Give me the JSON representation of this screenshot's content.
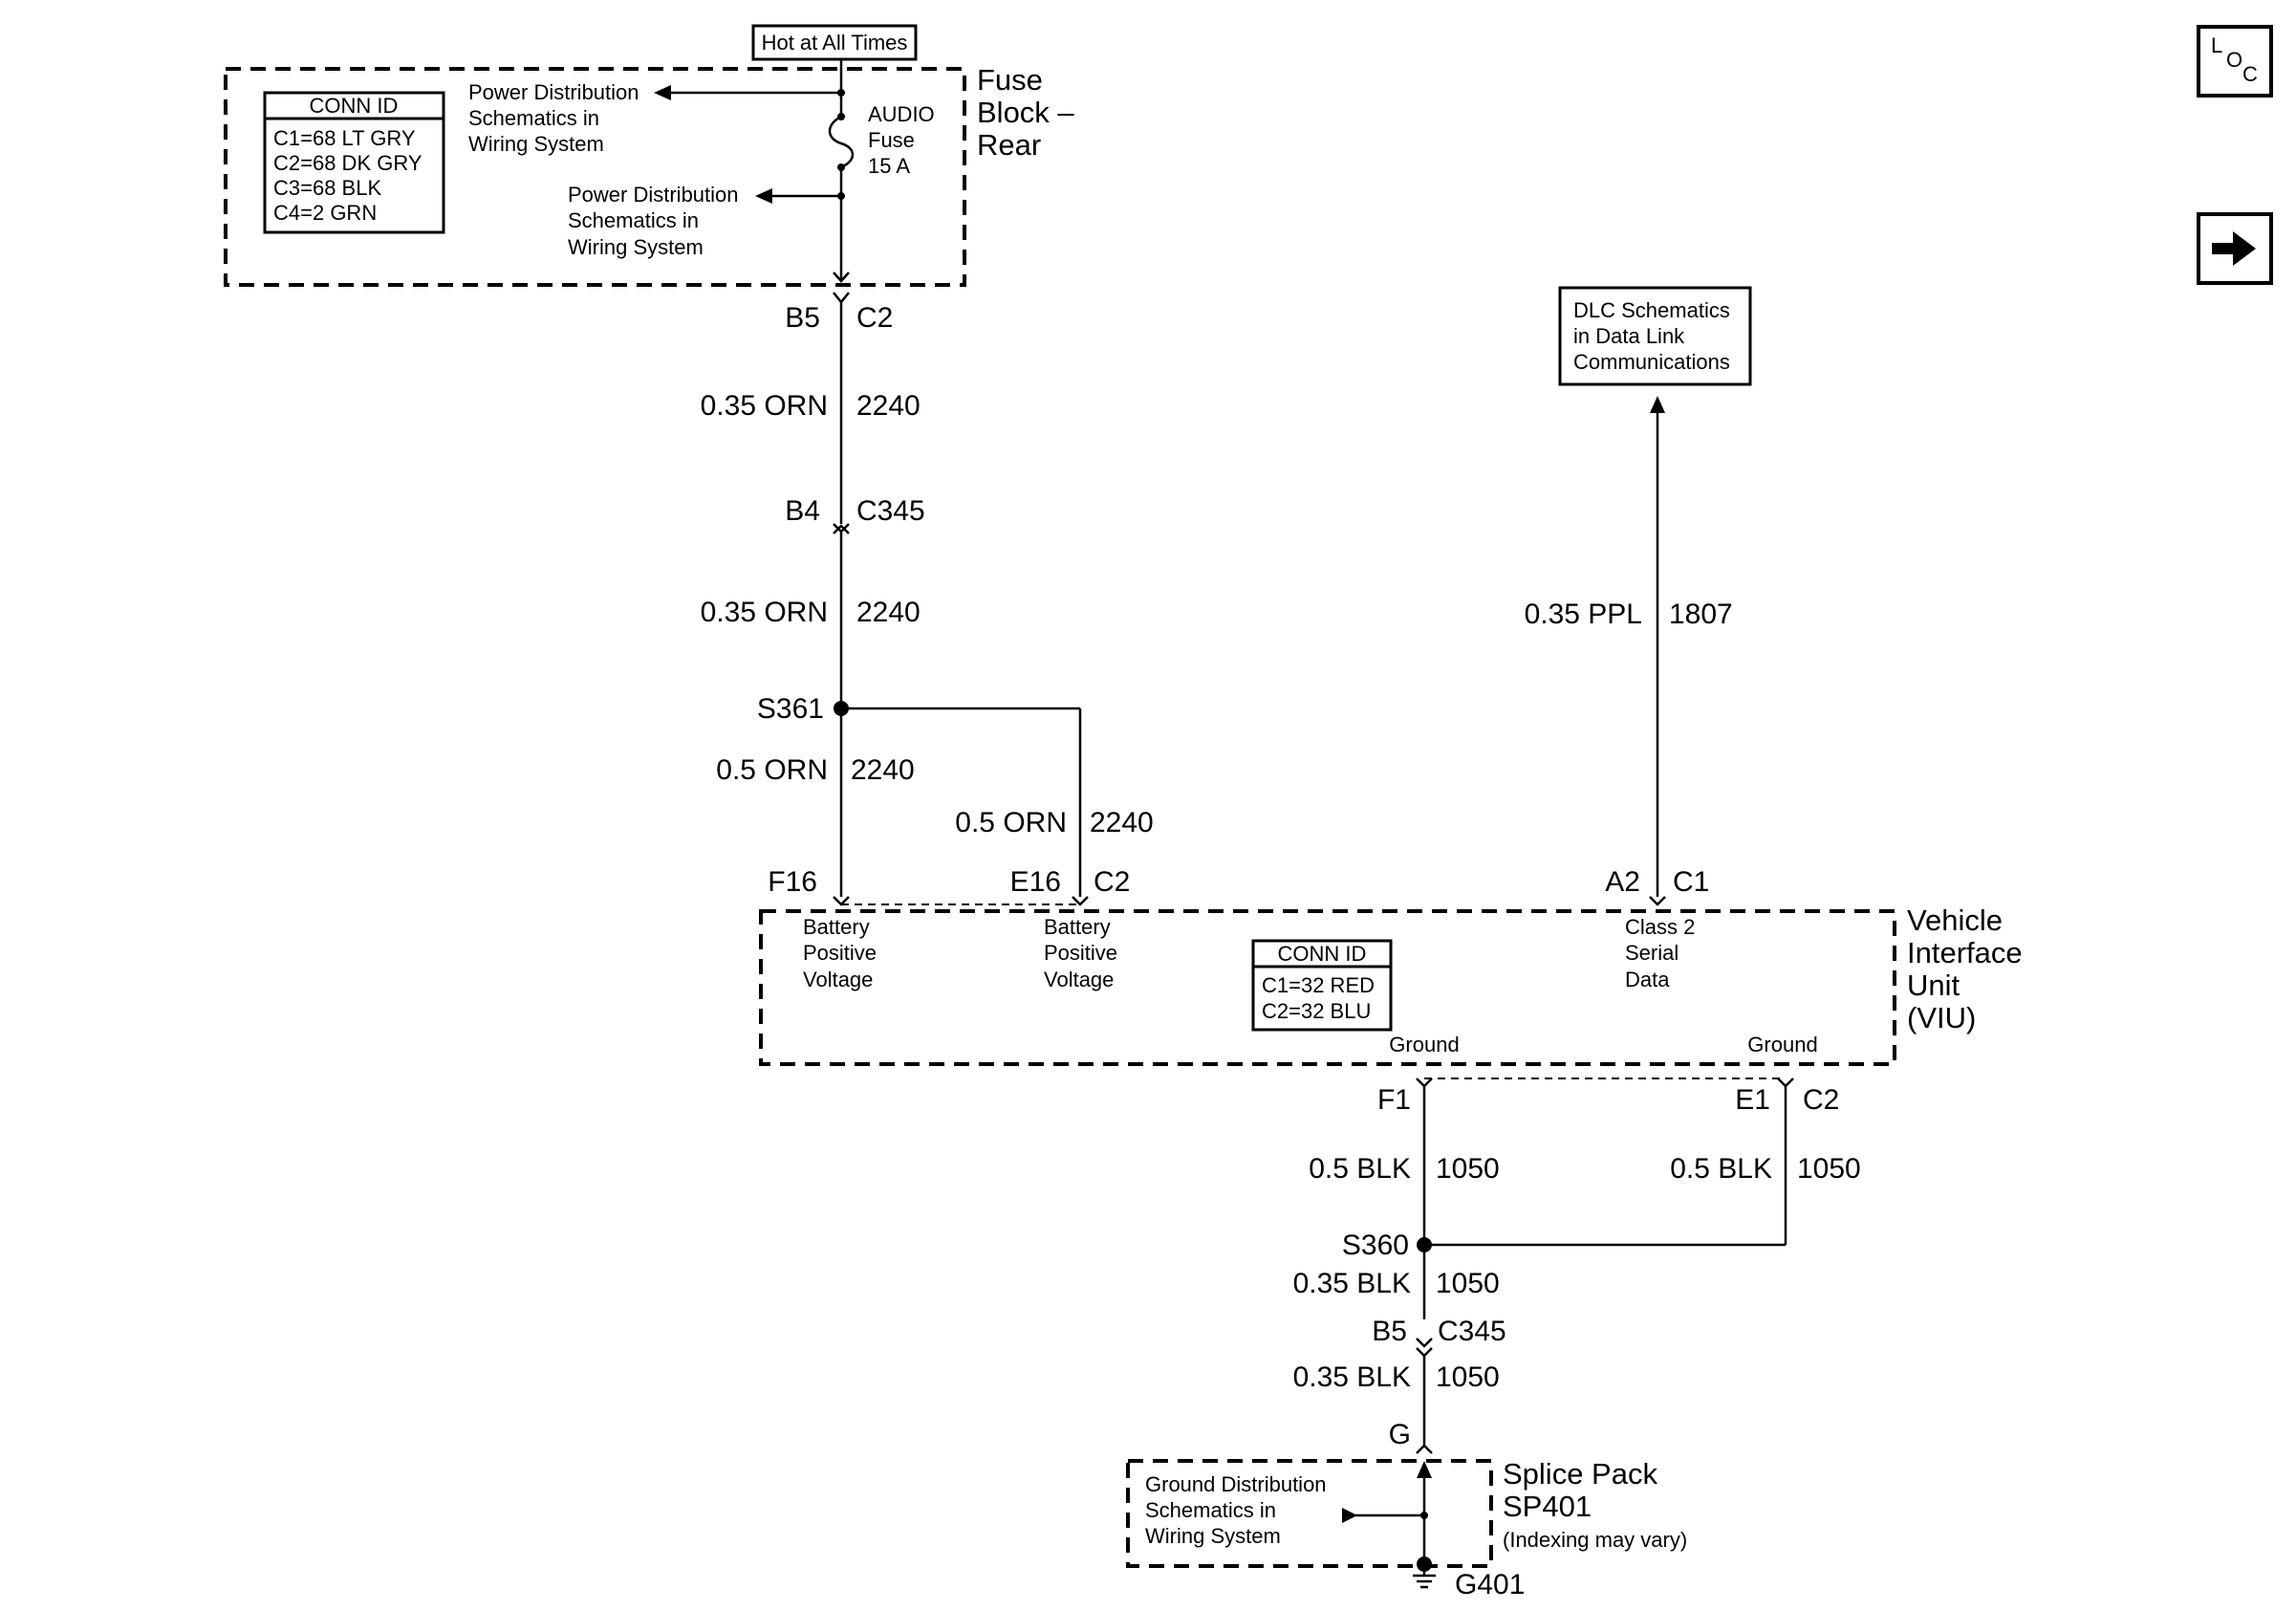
{
  "header": {
    "hot_label": "Hot at All Times"
  },
  "nav": {
    "loc_label_l": "L",
    "loc_label_o": "O",
    "loc_label_c": "C",
    "next_icon": "arrow-right-icon"
  },
  "fuse_block": {
    "title_line1": "Fuse",
    "title_line2": "Block –",
    "title_line3": "Rear",
    "conn_id": {
      "title": "CONN ID",
      "rows": [
        "C1=68 LT GRY",
        "C2=68 DK GRY",
        "C3=68 BLK",
        "C4=2 GRN"
      ]
    },
    "power_dist_1": [
      "Power Distribution",
      "Schematics in",
      "Wiring System"
    ],
    "power_dist_2": [
      "Power Distribution",
      "Schematics in",
      "Wiring System"
    ],
    "fuse": [
      "AUDIO",
      "Fuse",
      "15 A"
    ]
  },
  "wires": {
    "b5": "B5",
    "c2_top": "C2",
    "w1_gauge": "0.35 ORN",
    "w1_circuit": "2240",
    "b4": "B4",
    "c345_top": "C345",
    "w2_gauge": "0.35 ORN",
    "w2_circuit": "2240",
    "s361": "S361",
    "w3_gauge": "0.5 ORN",
    "w3_circuit": "2240",
    "w4_gauge": "0.5 ORN",
    "w4_circuit": "2240",
    "f16": "F16",
    "e16": "E16",
    "c2_viu_top": "C2",
    "a2": "A2",
    "c1": "C1",
    "ppl_gauge": "0.35 PPL",
    "ppl_circuit": "1807",
    "f1": "F1",
    "e1": "E1",
    "c2_viu_bottom": "C2",
    "w5_gauge": "0.5 BLK",
    "w5_circuit": "1050",
    "w6_gauge": "0.5 BLK",
    "w6_circuit": "1050",
    "s360": "S360",
    "w7_gauge": "0.35 BLK",
    "w7_circuit": "1050",
    "b5_bottom": "B5",
    "c345_bottom": "C345",
    "w8_gauge": "0.35 BLK",
    "w8_circuit": "1050",
    "g": "G",
    "g401": "G401"
  },
  "dlc": {
    "lines": [
      "DLC Schematics",
      "in Data Link",
      "Communications"
    ]
  },
  "viu": {
    "title_lines": [
      "Vehicle",
      "Interface",
      "Unit",
      "(VIU)"
    ],
    "bpv1": [
      "Battery",
      "Positive",
      "Voltage"
    ],
    "bpv2": [
      "Battery",
      "Positive",
      "Voltage"
    ],
    "class2": [
      "Class 2",
      "Serial",
      "Data"
    ],
    "conn_id": {
      "title": "CONN ID",
      "rows": [
        "C1=32 RED",
        "C2=32 BLU"
      ]
    },
    "ground1": "Ground",
    "ground2": "Ground"
  },
  "splice": {
    "title_line1": "Splice Pack",
    "title_line2": "SP401",
    "note": "(Indexing may vary)",
    "ground_dist": [
      "Ground Distribution",
      "Schematics in",
      "Wiring System"
    ]
  }
}
